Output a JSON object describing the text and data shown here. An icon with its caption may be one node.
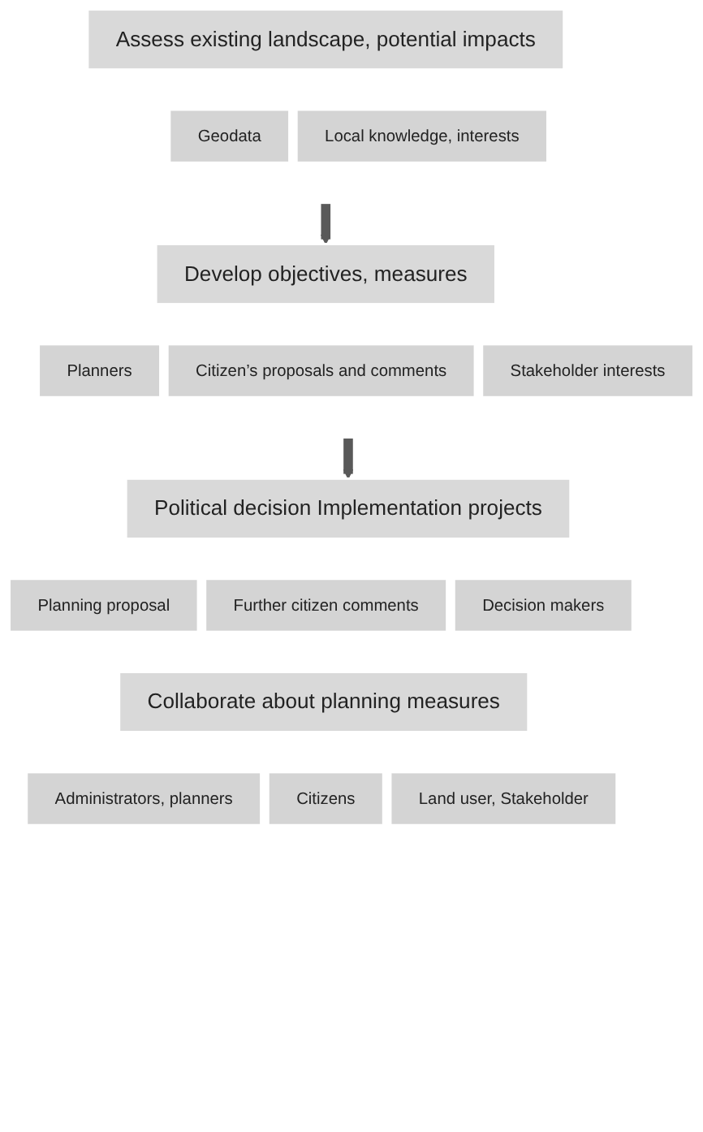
{
  "diagram": {
    "nodes": [
      {
        "text": [
          "Assess existing landscape, potential impacts"
        ]
      },
      {
        "text": [
          "Geodata"
        ]
      },
      {
        "text": [
          "Local knowledge, interests"
        ]
      },
      {
        "text": [
          "Develop objectives, measures"
        ]
      },
      {
        "text": [
          "Planners"
        ]
      },
      {
        "text": [
          "Citizen’s proposals and comments"
        ]
      },
      {
        "text": [
          "Stakeholder interests"
        ]
      },
      {
        "text": [
          "Political decision Implementation projects"
        ]
      },
      {
        "text": [
          "Planning proposal"
        ]
      },
      {
        "text": [
          "Further citizen comments"
        ]
      },
      {
        "text": [
          "Decision makers"
        ]
      },
      {
        "text": [
          "Collaborate about planning measures"
        ]
      },
      {
        "text": [
          "Administrators, planners"
        ]
      },
      {
        "text": [
          "Citizens"
        ]
      },
      {
        "text": [
          "Land user, Stakeholder"
        ]
      }
    ],
    "edges": [
      {
        "from": null,
        "to": 3,
        "arrow": "to"
      },
      {
        "from": null,
        "to": 7,
        "arrow": "to"
      }
    ]
  }
}
